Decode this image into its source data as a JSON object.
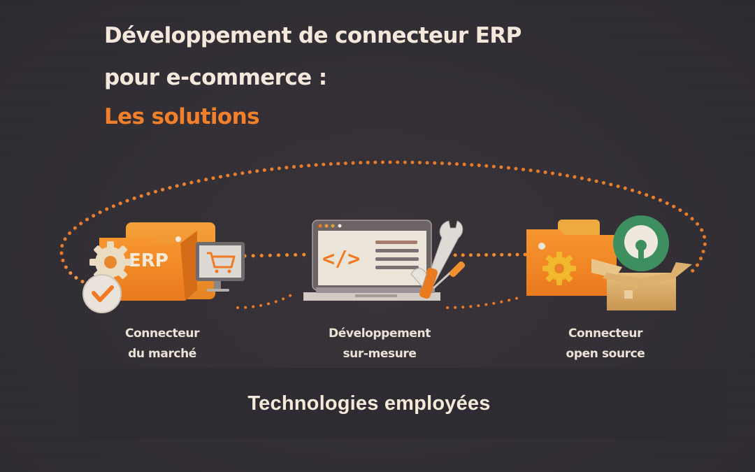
{
  "title": {
    "line1": "Développement de connecteur ERP",
    "line2": "pour e-commerce :",
    "line3": "Les solutions"
  },
  "colors": {
    "background": "#332f36",
    "accent_orange": "#f2802a",
    "title_text": "#f4e8dc",
    "band": "#2f2b32",
    "open_source_green": "#3d8f5f"
  },
  "solutions": [
    {
      "id": "market",
      "label_line1": "Connecteur",
      "label_line2": "du marché",
      "icon": "erp-folder-icon",
      "icon_text": "ERP",
      "sub_icons": [
        "gear-icon",
        "checkmark-icon",
        "shopping-cart-monitor-icon"
      ]
    },
    {
      "id": "custom",
      "label_line1": "Développement",
      "label_line2": "sur-mesure",
      "icon": "laptop-code-icon",
      "icon_text": "</>",
      "sub_icons": [
        "wrench-icon",
        "screwdriver-icon"
      ]
    },
    {
      "id": "open-source",
      "label_line1": "Connecteur",
      "label_line2": "open source",
      "icon": "folder-gear-icon",
      "sub_icons": [
        "open-source-logo-icon",
        "open-box-icon"
      ]
    }
  ],
  "footer_band": {
    "text": "Technologies employées"
  }
}
